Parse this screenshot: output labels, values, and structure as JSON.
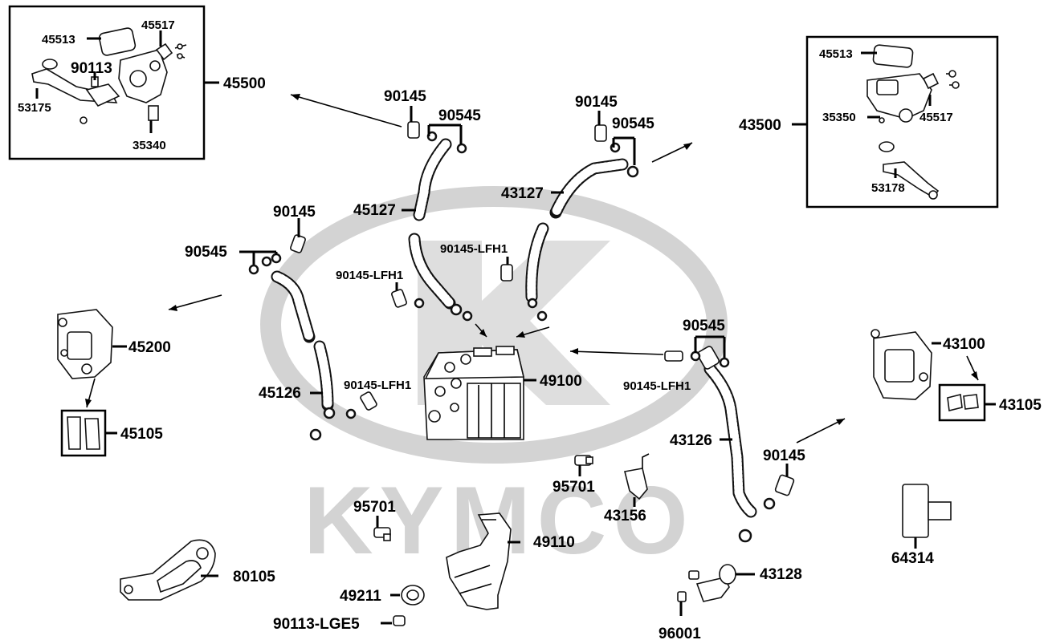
{
  "watermark": {
    "brand": "KYMCO",
    "color": "#d3d3d3"
  },
  "boxes": {
    "left_master_cylinder": {
      "assembly": "45500",
      "parts": [
        "45513",
        "45517",
        "90113",
        "53175",
        "35340"
      ]
    },
    "right_master_cylinder": {
      "assembly": "43500",
      "parts": [
        "45513",
        "35350",
        "45517",
        "53178"
      ]
    },
    "front_pads": "45105",
    "rear_pads": "43105"
  },
  "labels": {
    "p90145_a": "90145",
    "p90545_a": "90545",
    "p90145_b": "90145",
    "p90545_b": "90545",
    "p43127": "43127",
    "p45127": "45127",
    "p90145_c": "90145",
    "p90545_c": "90545",
    "p90145_lfh1_a": "90145-LFH1",
    "p90145_lfh1_b": "90145-LFH1",
    "p90145_lfh1_c": "90145-LFH1",
    "p90145_lfh1_d": "90145-LFH1",
    "p45200": "45200",
    "p45126": "45126",
    "p49100": "49100",
    "p90545_d": "90545",
    "p43100": "43100",
    "p43126": "43126",
    "p90145_d": "90145",
    "p95701_a": "95701",
    "p95701_b": "95701",
    "p43156": "43156",
    "p49110": "49110",
    "p80105": "80105",
    "p49211": "49211",
    "p90113_lge5": "90113-LGE5",
    "p43128": "43128",
    "p96001": "96001",
    "p64314": "64314"
  }
}
